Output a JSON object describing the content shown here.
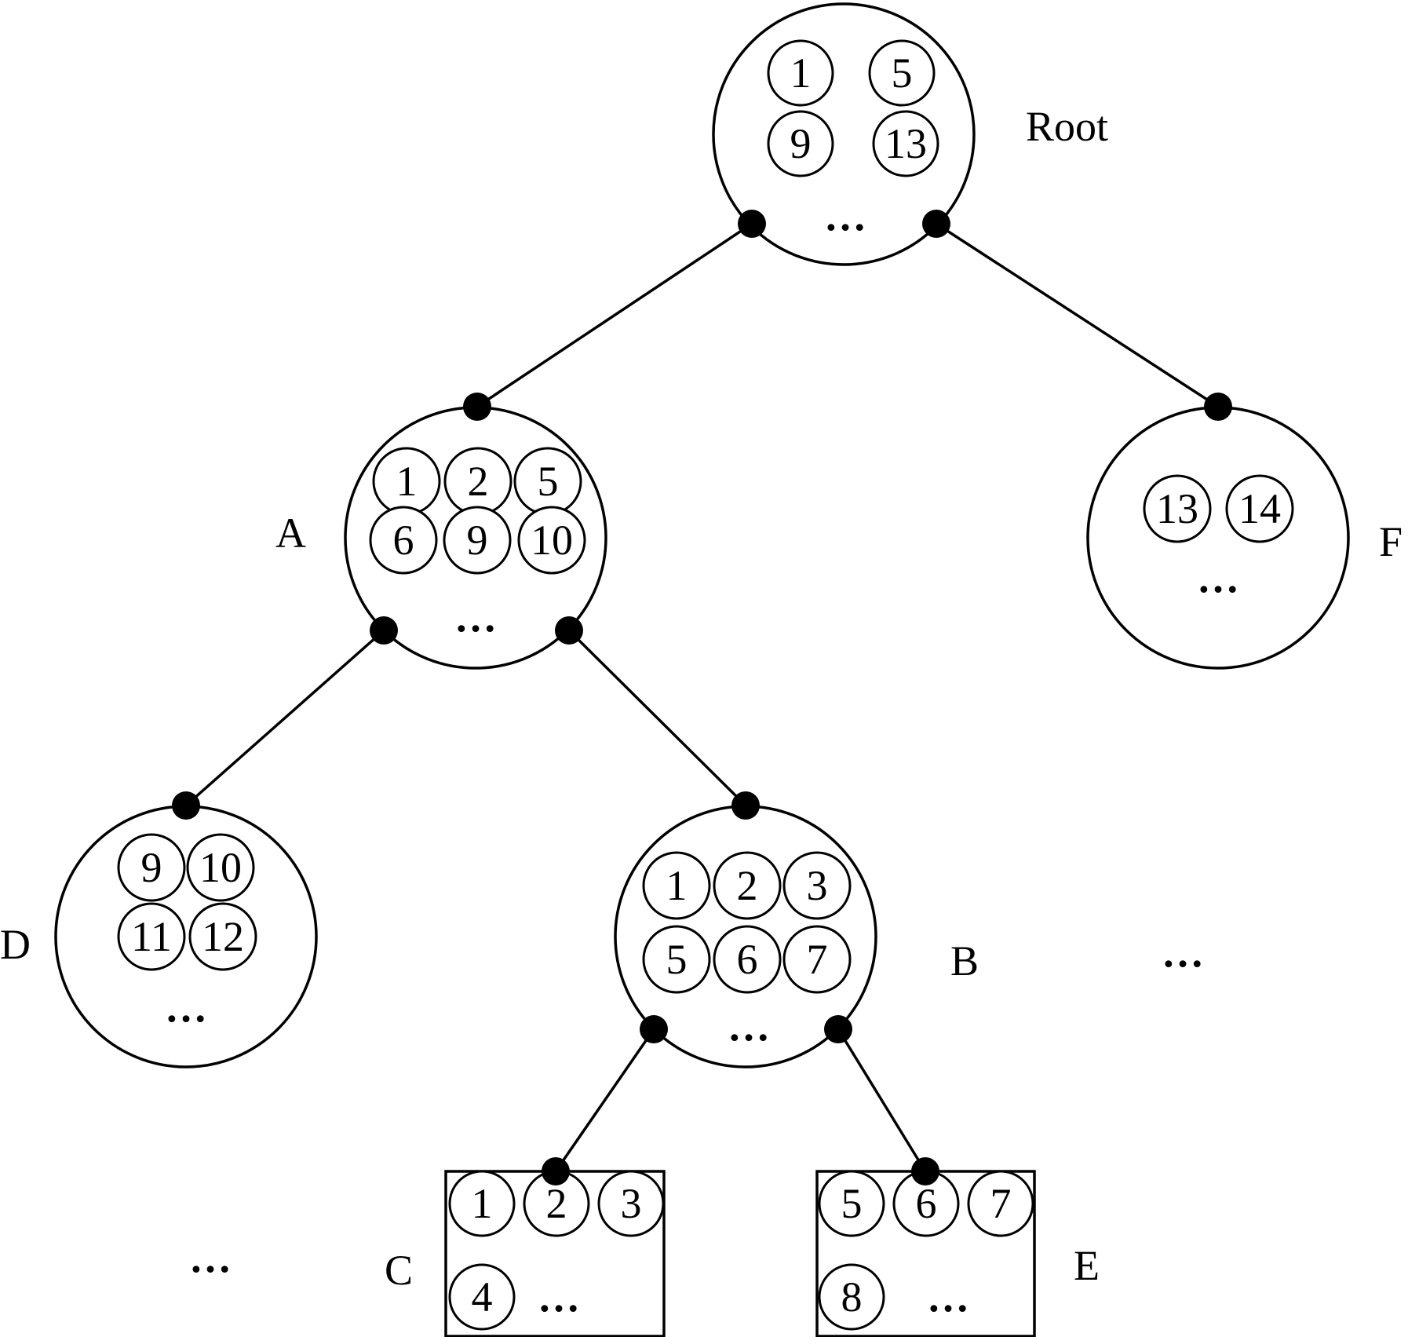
{
  "nodes": {
    "root": {
      "label": "Root",
      "items": [
        "1",
        "5",
        "9",
        "13"
      ],
      "more": "…"
    },
    "a": {
      "label": "A",
      "items": [
        "1",
        "2",
        "5",
        "6",
        "9",
        "10"
      ],
      "more": "…"
    },
    "f": {
      "label": "F",
      "items": [
        "13",
        "14"
      ],
      "more": "…"
    },
    "d": {
      "label": "D",
      "items": [
        "9",
        "10",
        "11",
        "12"
      ],
      "more": "…"
    },
    "b": {
      "label": "B",
      "items": [
        "1",
        "2",
        "3",
        "5",
        "6",
        "7"
      ],
      "more": "…"
    },
    "c": {
      "label": "C",
      "items": [
        "1",
        "2",
        "3",
        "4"
      ],
      "more": "…"
    },
    "e": {
      "label": "E",
      "items": [
        "5",
        "6",
        "7",
        "8"
      ],
      "more": "…"
    }
  },
  "ellipses": {
    "right_mid": "…",
    "left_bottom": "…"
  }
}
